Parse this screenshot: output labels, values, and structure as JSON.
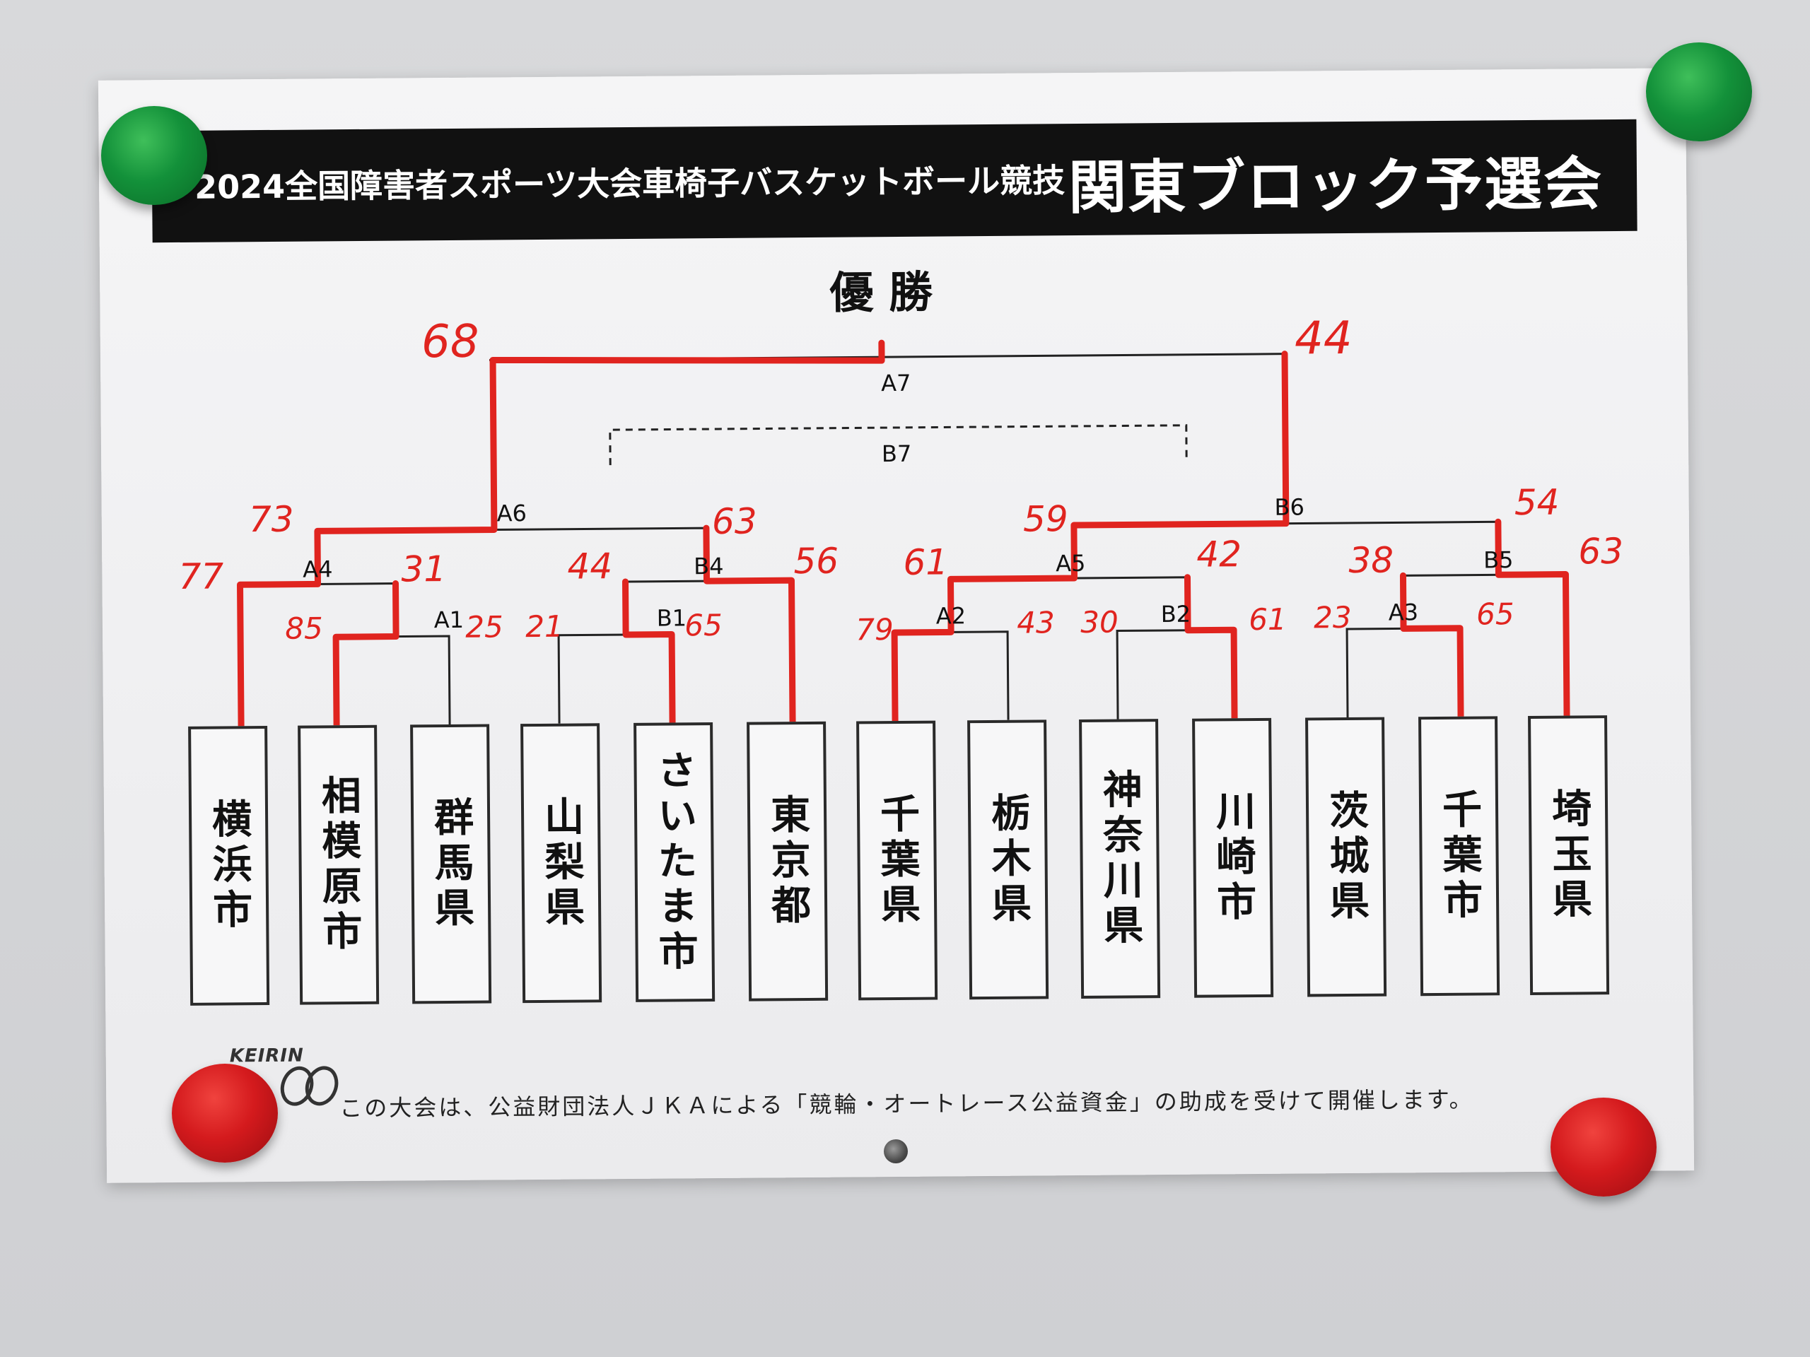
{
  "title": {
    "main": "2024全国障害者スポーツ大会車椅子バスケットボール競技",
    "sub": "関東ブロック予選会"
  },
  "champion_label": "優 勝",
  "matches": [
    {
      "id": "A1",
      "label": "A1"
    },
    {
      "id": "B1",
      "label": "B1"
    },
    {
      "id": "A2",
      "label": "A2"
    },
    {
      "id": "B2",
      "label": "B2"
    },
    {
      "id": "A3",
      "label": "A3"
    },
    {
      "id": "A4",
      "label": "A4"
    },
    {
      "id": "B4",
      "label": "B4"
    },
    {
      "id": "A5",
      "label": "A5"
    },
    {
      "id": "B5",
      "label": "B5"
    },
    {
      "id": "A6",
      "label": "A6"
    },
    {
      "id": "B6",
      "label": "B6"
    },
    {
      "id": "B7",
      "label": "B7"
    },
    {
      "id": "A7",
      "label": "A7"
    }
  ],
  "scores": [
    {
      "id": "a7-left",
      "value": "68"
    },
    {
      "id": "a7-right",
      "value": "44"
    },
    {
      "id": "a6-left",
      "value": "73"
    },
    {
      "id": "a6-right",
      "value": "63"
    },
    {
      "id": "b6-left",
      "value": "59"
    },
    {
      "id": "b6-right",
      "value": "54"
    },
    {
      "id": "a4-left",
      "value": "77"
    },
    {
      "id": "a4-right",
      "value": "31"
    },
    {
      "id": "b4-left",
      "value": "44"
    },
    {
      "id": "b4-right",
      "value": "56"
    },
    {
      "id": "a5-left",
      "value": "61"
    },
    {
      "id": "a5-right",
      "value": "42"
    },
    {
      "id": "b5-left",
      "value": "38"
    },
    {
      "id": "b5-right",
      "value": "63"
    },
    {
      "id": "a1-left",
      "value": "85"
    },
    {
      "id": "a1-right",
      "value": "25"
    },
    {
      "id": "b1-left",
      "value": "21"
    },
    {
      "id": "b1-right",
      "value": "65"
    },
    {
      "id": "a2-left",
      "value": "79"
    },
    {
      "id": "a2-right",
      "value": "43"
    },
    {
      "id": "b2-left",
      "value": "30"
    },
    {
      "id": "b2-right",
      "value": "61"
    },
    {
      "id": "a3-left",
      "value": "23"
    },
    {
      "id": "a3-right",
      "value": "65"
    }
  ],
  "teams": [
    "横浜市",
    "相模原市",
    "群馬県",
    "山梨県",
    "さいたま市",
    "東京都",
    "千葉県",
    "栃木県",
    "神奈川県",
    "川崎市",
    "茨城県",
    "千葉市",
    "埼玉県"
  ],
  "footer": {
    "logo": "KEIRIN",
    "text": "この大会は、公益財団法人ＪＫＡによる「競輪・オートレース公益資金」の助成を受けて開催します。"
  },
  "colors": {
    "win_line": "#e0241f",
    "bracket_line": "#222222",
    "title_bar": "#111111",
    "magnet_green": "#13913a",
    "magnet_red": "#d41a1d"
  }
}
